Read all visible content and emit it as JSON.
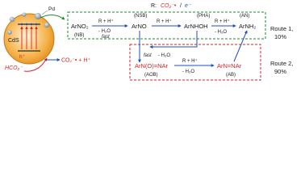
{
  "legend": {
    "label": "R:",
    "co2": "CO₂⁻•",
    "slash": "/",
    "electron": "e⁻"
  },
  "particle": {
    "metal_label": "Pd",
    "semiconductor_label": "CdS",
    "hv_label": "h⁺"
  },
  "inputs": {
    "formate": "HCO₂⁻",
    "product": "CO₂⁻• + H⁺"
  },
  "compounds": {
    "nb_formula": "ArNO₂",
    "nb_tag": "(NB)",
    "nsb_formula": "ArNO",
    "nsb_tag": "(NSB)",
    "pha_formula": "ArNHOH",
    "pha_tag": "(PHA)",
    "an_formula": "ArNH₂",
    "an_tag": "(AN)",
    "aob_formula": "ArN(O)=NAr",
    "aob_tag": "(AOB)",
    "ab_formula": "ArN=NAr",
    "ab_tag": "(AB)"
  },
  "steps": {
    "s1_top": "R + H⁺",
    "s1_bottom": "- H₂O",
    "s1_speed": "fast",
    "s2_top": "R + H⁺",
    "s3_top": "R + H⁺",
    "s3_bottom": "- H₂O",
    "s4_speed": "fast",
    "s4_bottom": "- H₂O",
    "s5_top": "R + H⁺",
    "s5_bottom": "- H₂O"
  },
  "routes": {
    "route1_name": "Route 1,",
    "route1_share": "10%",
    "route2_name": "Route 2,",
    "route2_share": "90%"
  },
  "colors": {
    "route1_box": "#1f8b2c",
    "route2_box": "#d8222a",
    "semiconductor": "#f0a23a",
    "metal": "#7a8a99",
    "co2_label": "#d8222a",
    "electron_label": "#1f4fb8",
    "arrow": "#1f4fb8"
  }
}
